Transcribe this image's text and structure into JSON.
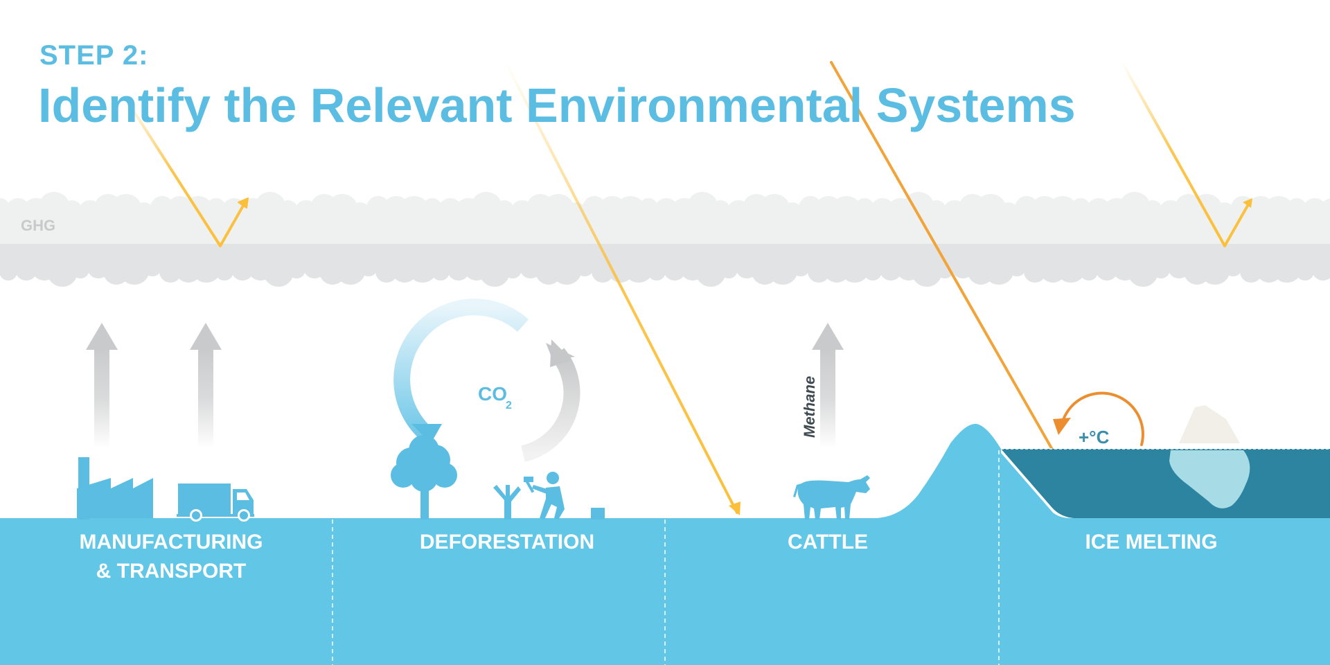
{
  "header": {
    "step": "STEP 2:",
    "title": "Identify the Relevant Environmental Systems"
  },
  "atmosphere": {
    "label": "GHG"
  },
  "sections": [
    {
      "id": "manufacturing",
      "label_line1": "MANUFACTURING",
      "label_line2": "& TRANSPORT"
    },
    {
      "id": "deforestation",
      "label_line1": "DEFORESTATION",
      "label_line2": ""
    },
    {
      "id": "cattle",
      "label_line1": "CATTLE",
      "label_line2": ""
    },
    {
      "id": "ice-melting",
      "label_line1": "ICE MELTING",
      "label_line2": ""
    }
  ],
  "cycle": {
    "co2_main": "CO",
    "co2_sub": "2"
  },
  "cattle": {
    "emission_label": "Methane"
  },
  "ice": {
    "temp_label": "+°C"
  },
  "colors": {
    "accent_blue": "#5bbde2",
    "ground_blue": "#62c7e6",
    "sea_dark": "#2c84a1",
    "sunlight_yellow": "#fbbf3a",
    "heat_orange": "#ec8e30",
    "cloud_light": "#eff0f0",
    "cloud_dark": "#e2e3e4",
    "emission_gray": "#cfd0d1"
  },
  "icons": [
    "factory-icon",
    "truck-icon",
    "tree-icon",
    "lumberjack-icon",
    "cow-icon",
    "iceberg-icon",
    "cycle-arrows-icon",
    "sunlight-ray-icon"
  ]
}
